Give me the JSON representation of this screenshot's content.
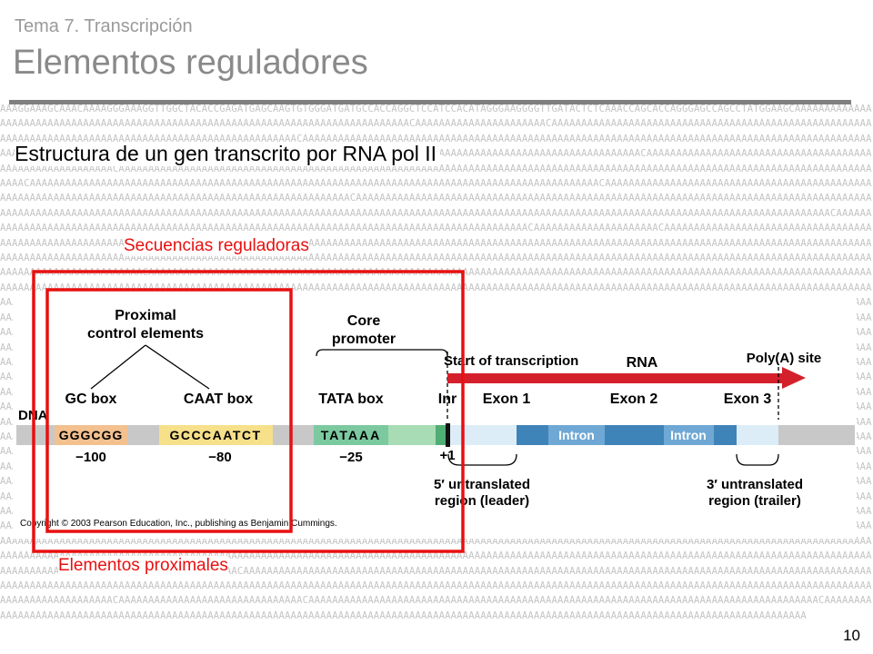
{
  "header": {
    "subtitle": "Tema 7. Transcripción",
    "title": "Elementos reguladores"
  },
  "subheading": "Estructura de un gen transcrito por RNA pol II",
  "labels": {
    "regulatory_sequences": "Secuencias reguladoras",
    "proximal_elements": "Elementos proximales"
  },
  "diagram": {
    "proximal_control_line1": "Proximal",
    "proximal_control_line2": "control elements",
    "core_promoter_line1": "Core",
    "core_promoter_line2": "promoter",
    "start_of_transcription": "Start of transcription",
    "rna": "RNA",
    "polya_site": "Poly(A) site",
    "dna": "DNA",
    "gc_box": "GC box",
    "caat_box": "CAAT box",
    "tata_box": "TATA box",
    "inr": "Inr",
    "exon1": "Exon 1",
    "exon2": "Exon 2",
    "exon3": "Exon 3",
    "gc_seq": "GGGCGG",
    "caat_seq": "GCCCAATCT",
    "tata_seq": "TATAAA",
    "intron1": "Intron",
    "intron2": "Intron",
    "pos_gc": "−100",
    "pos_caat": "−80",
    "pos_tata": "−25",
    "pos_start": "+1",
    "utr5_line1": "5′ untranslated",
    "utr5_line2": "region (leader)",
    "utr3_line1": "3′ untranslated",
    "utr3_line2": "region (trailer)",
    "copyright": "Copyright © 2003 Pearson Education, Inc., publishing as Benjamin Cummings."
  },
  "colors": {
    "highlight_red": "#e81010",
    "rna_arrow": "#d4202a",
    "gc_box": "#f3c08f",
    "caat_box": "#f6e08a",
    "tata_box": "#7cc9a0",
    "exon": "#c9e3f4",
    "intron": "#4a8fc4",
    "dna": "#c8c8c8"
  },
  "page_number": "10"
}
